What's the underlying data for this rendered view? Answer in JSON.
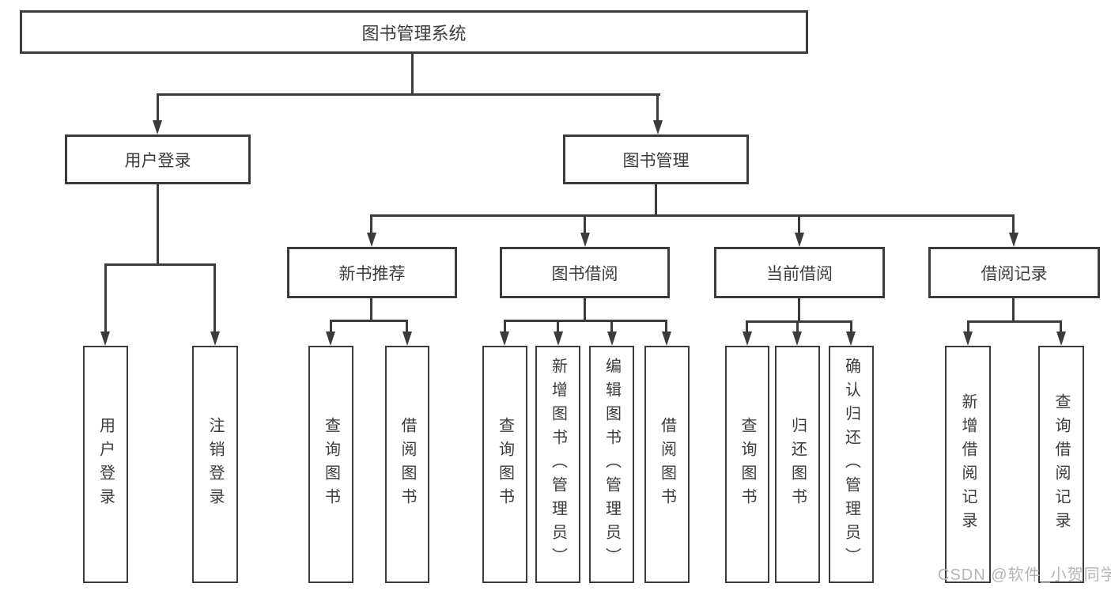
{
  "tree": {
    "label": "图书管理系统",
    "children": [
      {
        "label": "用户登录",
        "children": [
          {
            "label": "用户登录"
          },
          {
            "label": "注销登录"
          }
        ]
      },
      {
        "label": "图书管理",
        "children": [
          {
            "label": "新书推荐",
            "children": [
              {
                "label": "查询图书"
              },
              {
                "label": "借阅图书"
              }
            ]
          },
          {
            "label": "图书借阅",
            "children": [
              {
                "label": "查询图书"
              },
              {
                "label": "新增图书（管理员）"
              },
              {
                "label": "编辑图书（管理员）"
              },
              {
                "label": "借阅图书"
              }
            ]
          },
          {
            "label": "当前借阅",
            "children": [
              {
                "label": "查询图书"
              },
              {
                "label": "归还图书"
              },
              {
                "label": "确认归还（管理员）"
              }
            ]
          },
          {
            "label": "借阅记录",
            "children": [
              {
                "label": "新增借阅记录"
              },
              {
                "label": "查询借阅记录"
              }
            ]
          }
        ]
      }
    ]
  },
  "watermark": {
    "text": "CSDN @软件_小贺同学"
  },
  "colors": {
    "line": "#3b3b3b",
    "text": "#3c3c3c",
    "watermark": "#b5b5b5",
    "background": "#ffffff"
  }
}
